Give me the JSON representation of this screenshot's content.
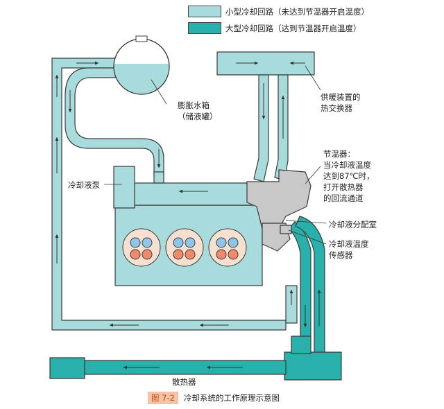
{
  "legend": {
    "small_loop": "小型冷却回路（未达到节温器开启温度）",
    "large_loop": "大型冷却回路（达到节温器开启温度）"
  },
  "labels": {
    "expansion_tank_1": "膨胀水箱",
    "expansion_tank_2": "（储液罐）",
    "heater_core_1": "供暖装置的",
    "heater_core_2": "热交换器",
    "thermostat_1": "节温器：",
    "thermostat_2": "当冷却液温度",
    "thermostat_3": "达到87℃时，",
    "thermostat_4": "打开散热器",
    "thermostat_5": "的回流通道",
    "pump": "冷却液泵",
    "distribution": "冷却液分配室",
    "sensor_1": "冷却液温度",
    "sensor_2": "传感器",
    "radiator": "散热器"
  },
  "caption": {
    "number": "图 7-2",
    "title": "冷却系统的工作原理示意图"
  },
  "colors": {
    "light_coolant": "#a8dcdc",
    "dark_coolant": "#2ab0aa",
    "outline": "#3a3a3a",
    "engine_gray": "#c8c8c8",
    "hot_red": "#f08a6a",
    "cool_blue": "#8ec6ea"
  }
}
